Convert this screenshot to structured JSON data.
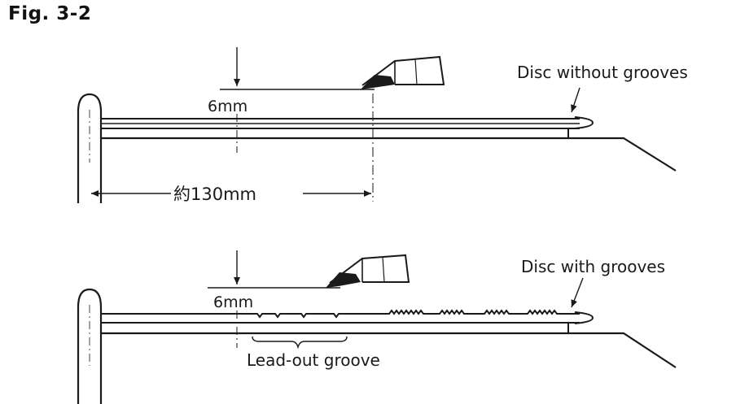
{
  "figure_label": "Fig. 3-2",
  "top": {
    "height_label": "6mm",
    "callout_label": "Disc without grooves",
    "distance_label": "約130mm"
  },
  "bottom": {
    "height_label": "6mm",
    "callout_label": "Disc with grooves",
    "groove_label": "Lead-out groove"
  }
}
